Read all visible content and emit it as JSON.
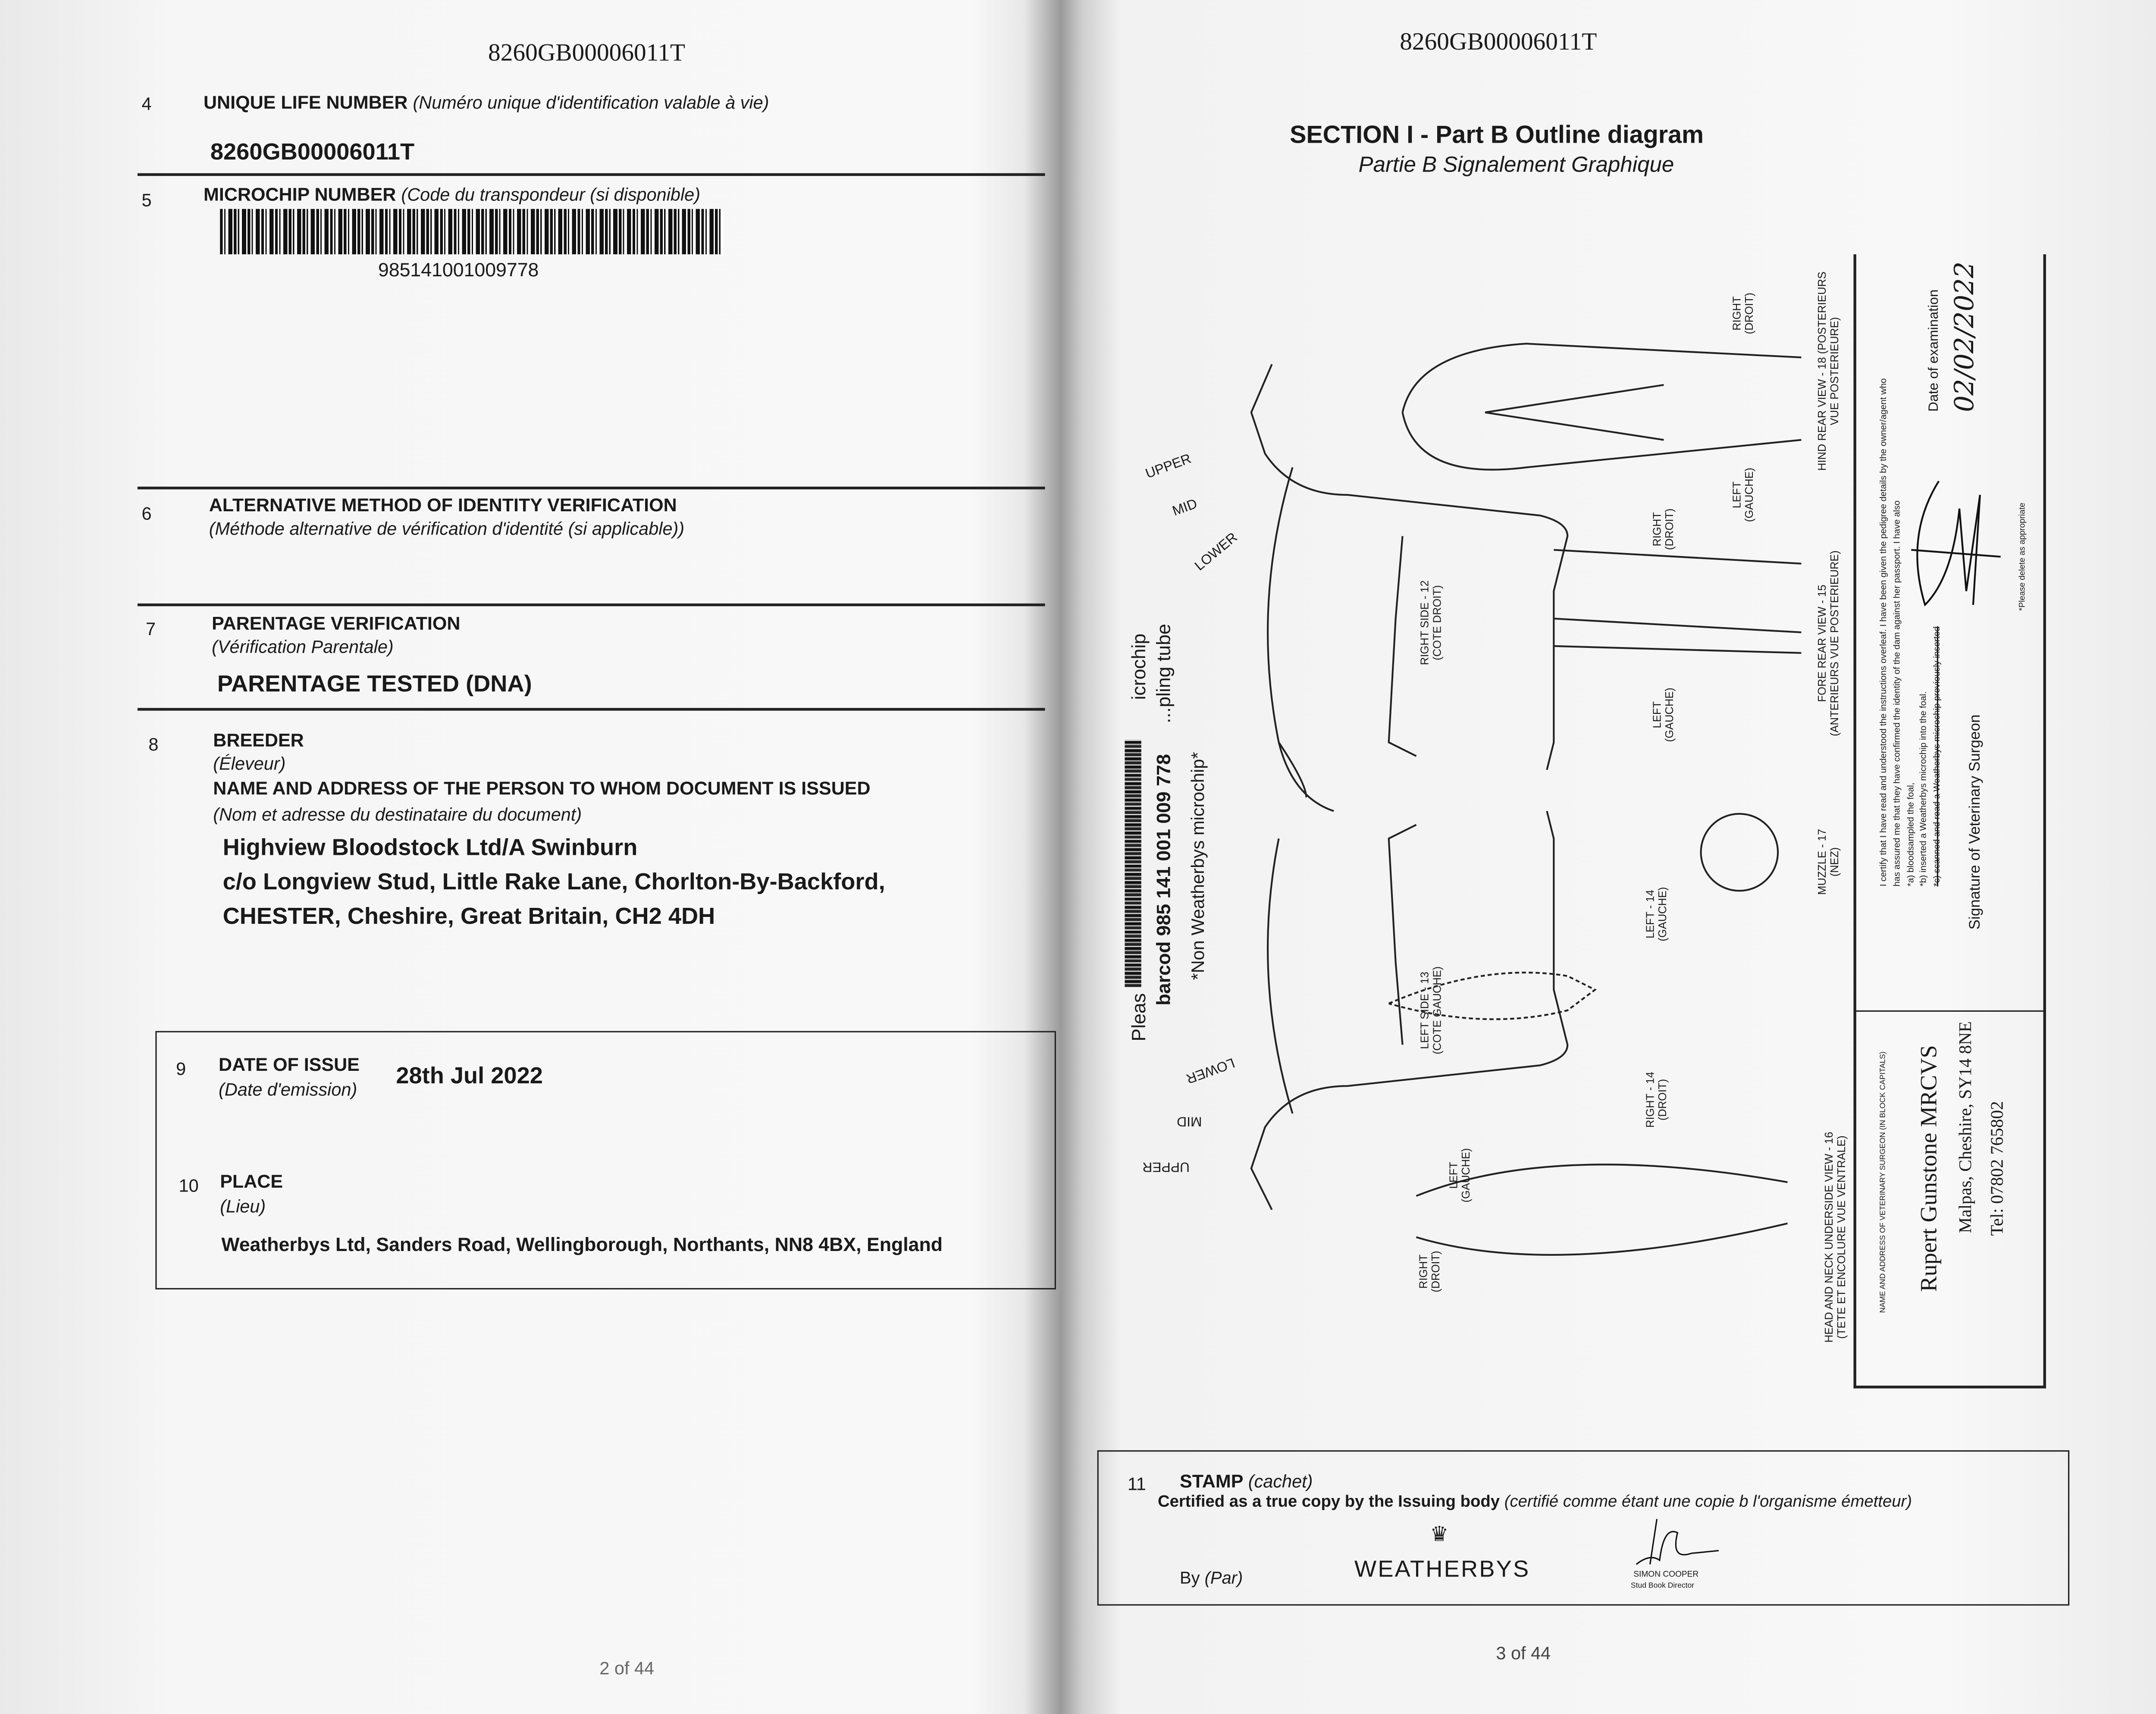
{
  "left_page": {
    "header_id": "8260GB00006011T",
    "fields": {
      "f4": {
        "num": "4",
        "label": "UNIQUE LIFE NUMBER",
        "label_fr": "(Numéro unique d'identification valable à vie)",
        "value": "8260GB00006011T"
      },
      "f5": {
        "num": "5",
        "label": "MICROCHIP NUMBER",
        "label_fr": "(Code du transpondeur (si disponible)",
        "value": "985141001009778"
      },
      "f6": {
        "num": "6",
        "label": "ALTERNATIVE METHOD OF IDENTITY VERIFICATION",
        "label_fr": "(Méthode alternative de vérification d'identité (si applicable))"
      },
      "f7": {
        "num": "7",
        "label": "PARENTAGE VERIFICATION",
        "label_fr": "(Vérification Parentale)",
        "value": "PARENTAGE TESTED (DNA)"
      },
      "f8": {
        "num": "8",
        "label": "BREEDER",
        "label_fr": "(Éleveur)",
        "sub_label": "NAME AND ADDRESS OF THE PERSON TO WHOM DOCUMENT IS ISSUED",
        "sub_label_fr": "(Nom et adresse du destinataire du document)",
        "value_lines": [
          "Highview Bloodstock Ltd/A Swinburn",
          "c/o Longview Stud, Little Rake Lane, Chorlton-By-Backford,",
          "CHESTER, Cheshire, Great Britain, CH2 4DH"
        ]
      },
      "f9": {
        "num": "9",
        "label": "DATE OF ISSUE",
        "label_fr": "(Date d'emission)",
        "value": "28th Jul 2022"
      },
      "f10": {
        "num": "10",
        "label": "PLACE",
        "label_fr": "(Lieu)",
        "value": "Weatherbys Ltd, Sanders Road, Wellingborough, Northants, NN8 4BX, England"
      }
    },
    "page_number": "2 of 44"
  },
  "right_page": {
    "header_id": "8260GB00006011T",
    "title": "SECTION I - Part B Outline diagram",
    "subtitle": "Partie B Signalement Graphique",
    "diagram_labels": {
      "upper": "UPPER",
      "mid": "MID",
      "lower": "LOWER",
      "right_side": [
        "RIGHT SIDE - 12",
        "(COTE DROIT)"
      ],
      "left_side": [
        "LEFT SIDE - 13",
        "(COTE GAUCHE)"
      ],
      "fore_rear": [
        "FORE REAR VIEW - 15",
        "(ANTERIEURS VUE POSTERIEURE)"
      ],
      "hind_rear": [
        "HIND REAR VIEW - 18 (POSTERIEURS",
        "VUE POSTERIEURE)"
      ],
      "muzzle": [
        "MUZZLE - 17",
        "(NEZ)"
      ],
      "head_neck": [
        "HEAD AND NECK UNDERSIDE VIEW - 16",
        "(TETE ET ENCOLURE VUE VENTRALE)"
      ],
      "left_14": [
        "LEFT - 14",
        "(GAUCHE)"
      ],
      "right_14": [
        "RIGHT - 14",
        "(DROIT)"
      ],
      "left": [
        "LEFT",
        "(GAUCHE)"
      ],
      "right": [
        "RIGHT",
        "(DROIT)"
      ]
    },
    "sticker": {
      "line1": "Pleas",
      "line1b": "icrochip",
      "barcode_text": "barcod 985 141 001 009 778",
      "line2b": "...pling tube",
      "note": "*Non Weatherbys microchip*"
    },
    "vet": {
      "certify_lines": [
        "I certify that I have read and understood the instructions overleaf. I have been given the pedigree details by the owner/agent who",
        "has assured me that they have confirmed the identity of the dam against her passport. I have also",
        "*a) bloodsampled the foal,",
        "*b) inserted a Weatherbys microchip into the foal.",
        "*c) scanned and read a Weatherbys microchip previously inserted"
      ],
      "date_label": "Date of examination",
      "date_value": "02/02/2022",
      "delete_note": "*Please delete as appropriate",
      "signature_label": "Signature of Veterinary Surgeon",
      "name_address_label": "NAME AND ADDRESS OF VETERINARY SURGEON (IN BLOCK CAPITALS)",
      "name": "Rupert Gunstone MRCVS",
      "address": "Malpas, Cheshire, SY14 8NE",
      "tel": "Tel: 07802 765802"
    },
    "stamp": {
      "num": "11",
      "label": "STAMP",
      "label_fr": "(cachet)",
      "certified": "Certified as a true copy by the Issuing body",
      "certified_fr": "(certifié comme étant une copie b l'organisme émetteur)",
      "by": "By",
      "by_fr": "(Par)",
      "logo": "WEATHERBYS",
      "signatory": "SIMON COOPER",
      "signatory_role": "Stud Book Director"
    },
    "page_number": "3 of 44"
  }
}
